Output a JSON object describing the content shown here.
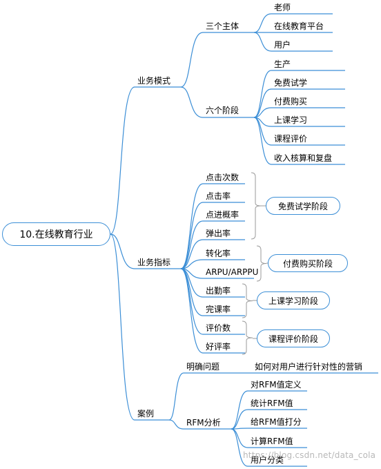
{
  "root": {
    "label": "10.在线教育行业"
  },
  "branches": [
    {
      "label": "业务模式",
      "groups": [
        {
          "label": "三个主体",
          "items": [
            "老师",
            "在线教育平台",
            "用户"
          ]
        },
        {
          "label": "六个阶段",
          "items": [
            "生产",
            "免费试学",
            "付费购买",
            "上课学习",
            "课程评价",
            "收入核算和复盘"
          ]
        }
      ]
    },
    {
      "label": "业务指标",
      "metrics": [
        "点击次数",
        "点击率",
        "点进概率",
        "弹出率",
        "转化率",
        "ARPU/ARPPU",
        "出勤率",
        "完课率",
        "评价数",
        "好评率"
      ],
      "stages": [
        "免费试学阶段",
        "付费购买阶段",
        "上课学习阶段",
        "课程评价阶段"
      ]
    },
    {
      "label": "案例",
      "groups": [
        {
          "label": "明确问题",
          "items": [
            "如何对用户进行针对性的营销"
          ]
        },
        {
          "label": "RFM分析",
          "items": [
            "对RFM值定义",
            "统计RFM值",
            "给RFM值打分",
            "计算RFM值",
            "用户分类"
          ]
        }
      ]
    }
  ],
  "watermark": "https://blog.csdn.net/data_cola",
  "colors": {
    "line": "#3b8ed6",
    "bracket": "#9a9a9a",
    "text": "#000000"
  }
}
